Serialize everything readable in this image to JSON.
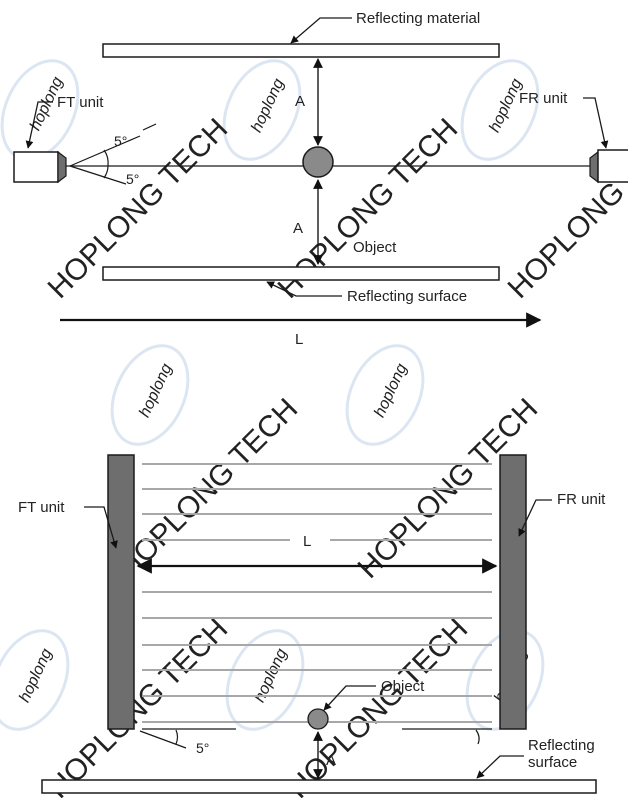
{
  "watermark": {
    "logo_text": "hoplong",
    "brand_text": "HOPLONG TECH",
    "color": "#dce6f2"
  },
  "colors": {
    "line": "#1a1a1a",
    "unit_dark": "#6e6e6e",
    "object": "#8a8a8a",
    "beam": "#a8a8a8",
    "arrow": "#111111"
  },
  "top_diagram": {
    "reflecting_material": "Reflecting material",
    "ft_unit": "FT unit",
    "fr_unit": "FR unit",
    "angle_upper": "5°",
    "angle_lower": "5°",
    "distance_upper": "A",
    "distance_lower": "A",
    "object": "Object",
    "reflecting_surface": "Reflecting surface",
    "length": "L"
  },
  "bottom_diagram": {
    "ft_unit": "FT unit",
    "fr_unit": "FR unit",
    "length": "L",
    "object": "Object",
    "angle": "5°",
    "distance": "A",
    "reflecting_surface_line1": "Reflecting",
    "reflecting_surface_line2": "surface"
  }
}
